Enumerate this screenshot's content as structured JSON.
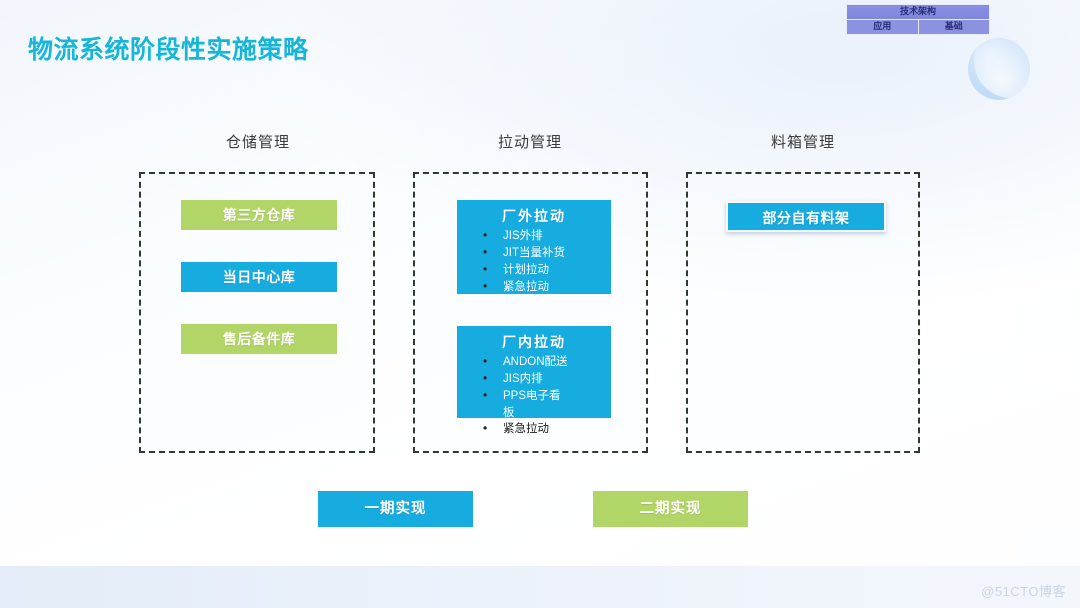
{
  "slide": {
    "title": "物流系统阶段性实施策略",
    "watermark": "@51CTO博客"
  },
  "mini_table": {
    "header": "技术架构",
    "cells": [
      "应用",
      "基础"
    ]
  },
  "columns": [
    {
      "heading": "仓储管理",
      "items": [
        {
          "label": "第三方仓库",
          "phase": "two"
        },
        {
          "label": "当日中心库",
          "phase": "one"
        },
        {
          "label": "售后备件库",
          "phase": "two"
        }
      ]
    },
    {
      "heading": "拉动管理",
      "groups": [
        {
          "title": "厂外拉动",
          "bullets": [
            "JIS外排",
            "JIT当量补货",
            "计划拉动",
            "紧急拉动"
          ]
        },
        {
          "title": "厂内拉动",
          "bullets": [
            "ANDON配送",
            "JIS内排",
            "PPS电子看"
          ],
          "wrapped_tail": "板"
        }
      ],
      "overflow_bullet": "紧急拉动"
    },
    {
      "heading": "料箱管理",
      "items": [
        {
          "label": "部分自有料架",
          "phase": "one"
        }
      ]
    }
  ],
  "legend": [
    {
      "label": "一期实现",
      "color": "#17ace0"
    },
    {
      "label": "二期实现",
      "color": "#b1d567"
    }
  ],
  "colors": {
    "title": "#16b6d8",
    "phase_one": "#17ace0",
    "phase_two": "#b1d567",
    "dashed_border": "#2f3a2f",
    "mini_table": "#8b92e0"
  }
}
